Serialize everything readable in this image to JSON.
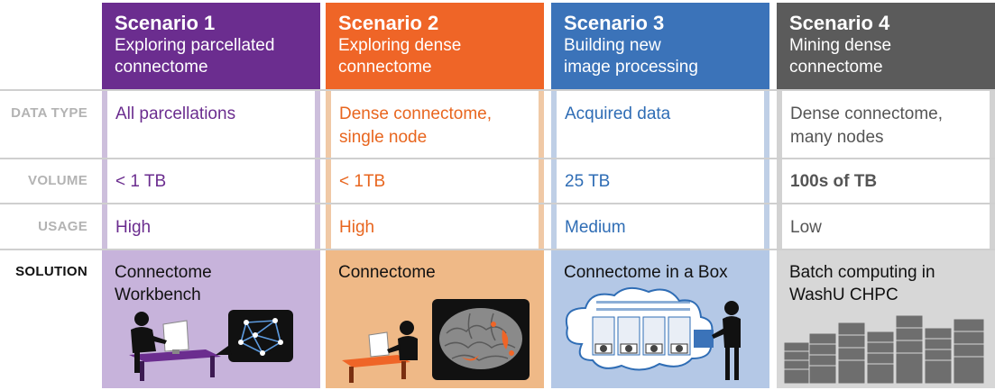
{
  "row_labels": {
    "data_type": "DATA TYPE",
    "volume": "VOLUME",
    "usage": "USAGE",
    "solution": "SOLUTION"
  },
  "scenarios": [
    {
      "title": "Scenario 1",
      "subtitle_1": "Exploring parcellated",
      "subtitle_2": "connectome",
      "data_type_1": "All parcellations",
      "data_type_2": "",
      "volume": "< 1 TB",
      "usage": "High",
      "solution_1": "Connectome",
      "solution_2": "Workbench",
      "header_color": "#6b2d8f",
      "text_color": "#6b2d8f",
      "border_color": "#cdbfdc",
      "solution_bg": "#c7b3db",
      "illustration": "person-at-desk-with-network-graph"
    },
    {
      "title": "Scenario 2",
      "subtitle_1": "Exploring dense",
      "subtitle_2": "connectome",
      "data_type_1": "Dense connectome,",
      "data_type_2": "single node",
      "volume": "< 1TB",
      "usage": "High",
      "solution_1": "Connectome",
      "solution_2": "",
      "header_color": "#ef6527",
      "text_color": "#e8661f",
      "border_color": "#f0c9a6",
      "solution_bg": "#efb987",
      "illustration": "person-at-desk-with-brain-image"
    },
    {
      "title": "Scenario 3",
      "subtitle_1": "Building new",
      "subtitle_2": "image processing",
      "data_type_1": "Acquired data",
      "data_type_2": "",
      "volume": "25 TB",
      "usage": "Medium",
      "solution_1": "Connectome in a Box",
      "solution_2": "",
      "header_color": "#3b73b9",
      "text_color": "#2f6db5",
      "border_color": "#bfcfe6",
      "solution_bg": "#b4c8e6",
      "illustration": "cloud-of-drives-and-person"
    },
    {
      "title": "Scenario 4",
      "subtitle_1": "Mining dense",
      "subtitle_2": "connectome",
      "data_type_1": "Dense connectome,",
      "data_type_2": "many nodes",
      "volume": "100s of TB",
      "usage": "Low",
      "solution_1": "Batch computing in",
      "solution_2": "WashU CHPC",
      "header_color": "#5b5b5b",
      "text_color": "#555555",
      "border_color": "#d2d2d2",
      "solution_bg": "#d7d7d7",
      "illustration": "server-racks"
    }
  ]
}
